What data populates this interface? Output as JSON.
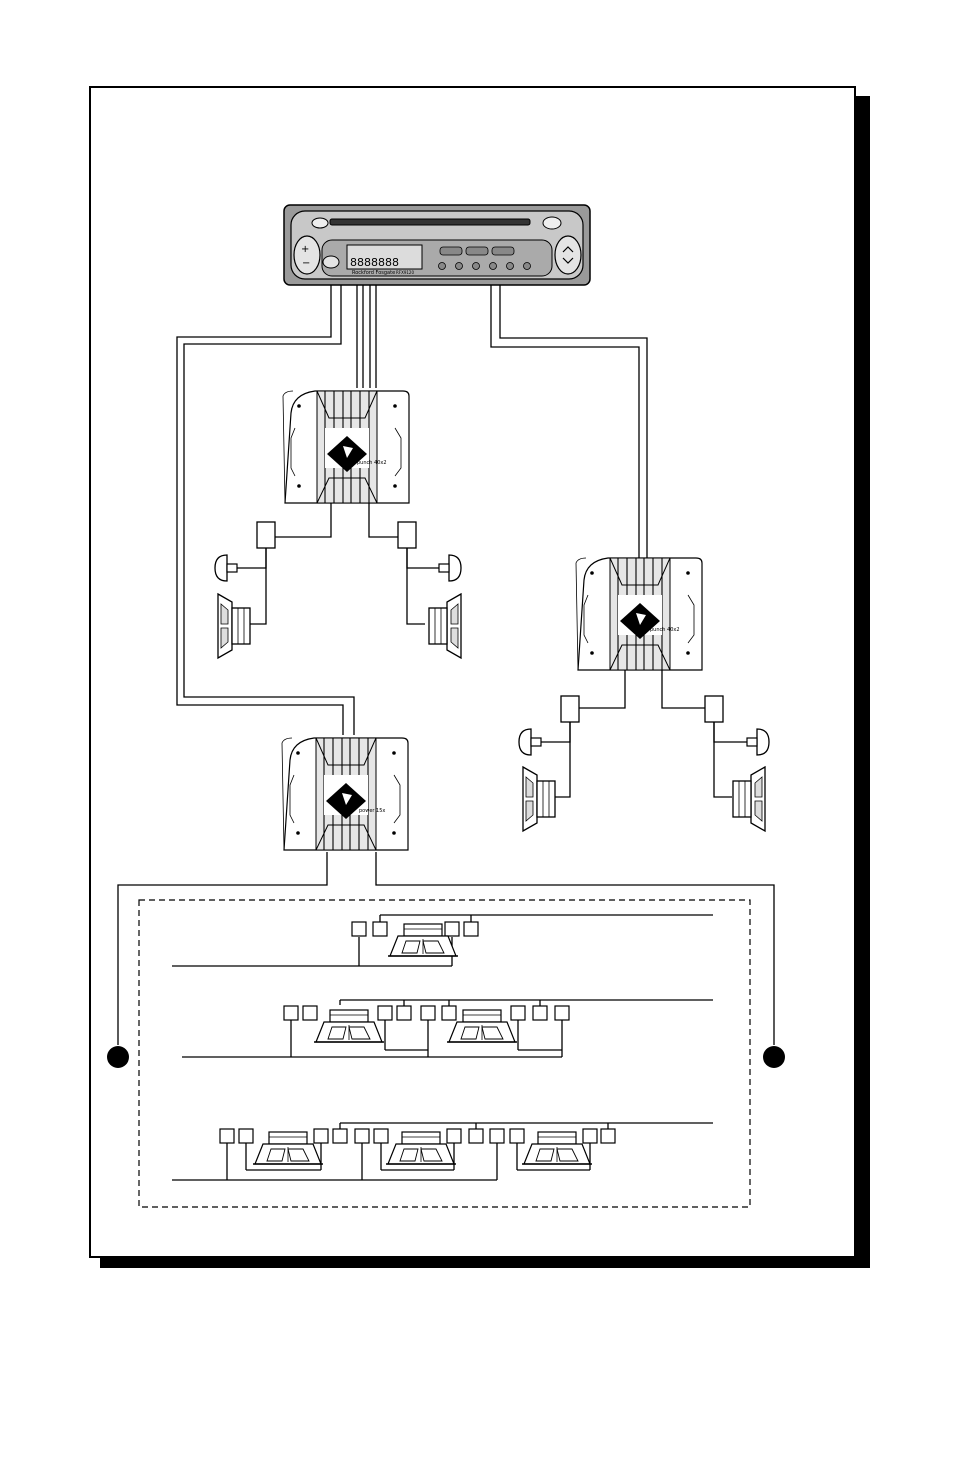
{
  "head_unit": {
    "brand_text": "Rockford Fosgate",
    "model_text": "RFX9120",
    "display_digits": "8888888"
  },
  "amplifiers": [
    {
      "id": "amp-front",
      "badge": "punch 40x2"
    },
    {
      "id": "amp-rear",
      "badge": "punch 40x2"
    },
    {
      "id": "amp-sub",
      "badge": "power 15x"
    }
  ],
  "subwoofer_configs": [
    {
      "id": "one-sub",
      "woofer_count": 1
    },
    {
      "id": "two-subs",
      "woofer_count": 2
    },
    {
      "id": "three-subs",
      "woofer_count": 3
    }
  ],
  "colors": {
    "ink": "#000000",
    "panel_fill": "#ffffff",
    "head_unit_fill": "#b8b8b8",
    "display_fill": "#dcdcdc",
    "shadow": "#000000"
  }
}
